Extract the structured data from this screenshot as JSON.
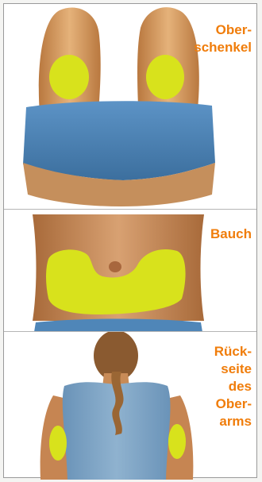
{
  "regions": [
    {
      "id": "thigh",
      "label": "Ober-\nschenkel"
    },
    {
      "id": "abdomen",
      "label": "Bauch"
    },
    {
      "id": "upper-arm",
      "label": "Rück-\nseite\ndes\nOber-\narms"
    }
  ],
  "colors": {
    "label": "#f07d0b",
    "injection_area": "#d8e21c",
    "skin": "#d49a66",
    "clothing": "#4f86b8"
  }
}
